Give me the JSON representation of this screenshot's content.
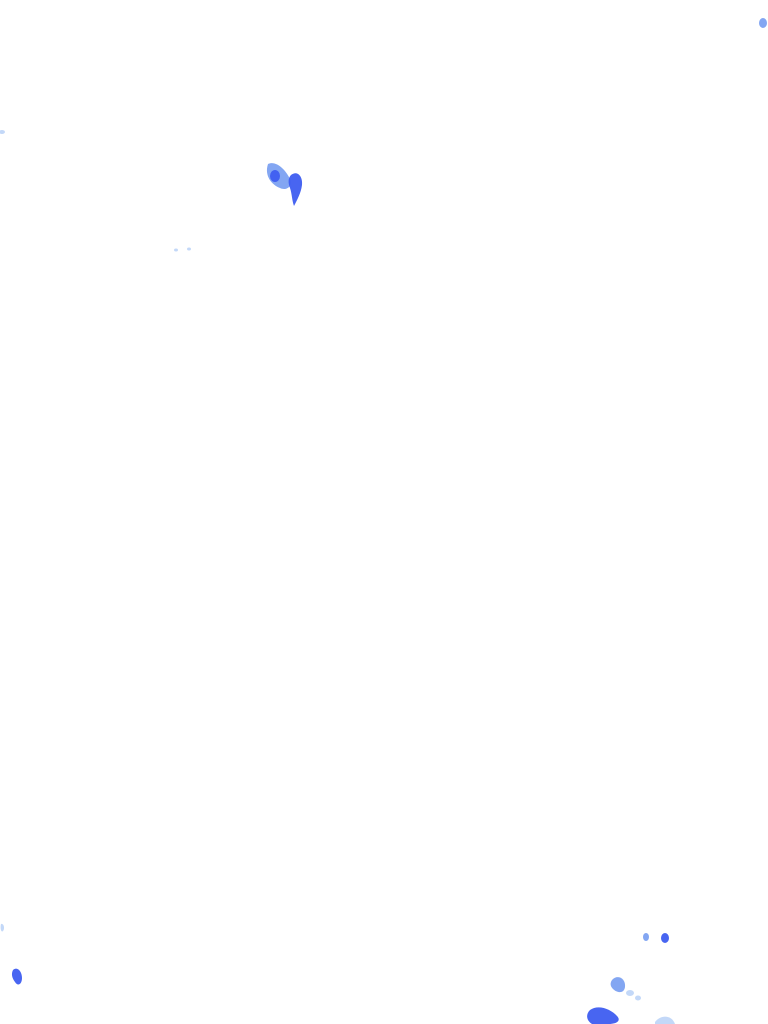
{
  "layer": {
    "type": "weather-radar-overlay",
    "background": "#ffffff"
  },
  "palette": {
    "light": "#a9c8f5",
    "medium": "#6d97f0",
    "strong": "#3e5df0",
    "intense": "#2230d8"
  },
  "echo_intensities": [
    "medium",
    "strong",
    "light",
    "light",
    "light",
    "medium",
    "strong",
    "strong",
    "medium",
    "strong",
    "light",
    "light"
  ]
}
